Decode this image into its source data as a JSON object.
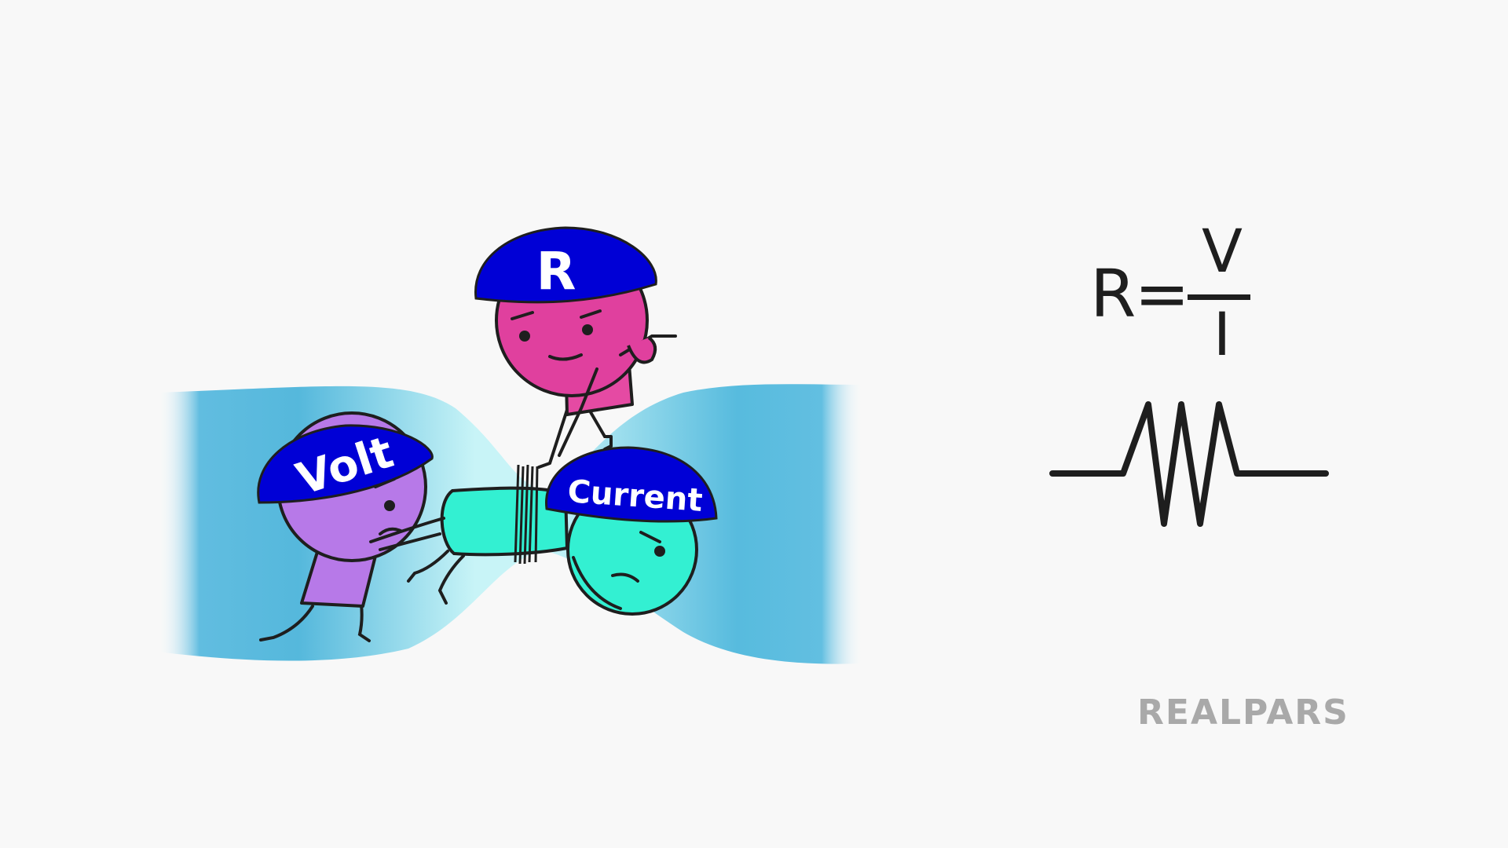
{
  "diagram": {
    "characters": {
      "resistance_label": "R",
      "voltage_label": "Volt",
      "current_label": "Current"
    },
    "formula": {
      "lhs": "R=",
      "numerator": "V",
      "denominator": "I"
    },
    "brand": "REALPARS",
    "colors": {
      "background": "#f8f8f8",
      "hat_blue": "#0000d6",
      "resistance_pink": "#e0409e",
      "voltage_purple": "#b779e8",
      "current_teal": "#33f0d2",
      "pipe_blue": "#49b3d9",
      "ink": "#1e1e1e",
      "brand_gray": "#a9a9a9"
    }
  }
}
